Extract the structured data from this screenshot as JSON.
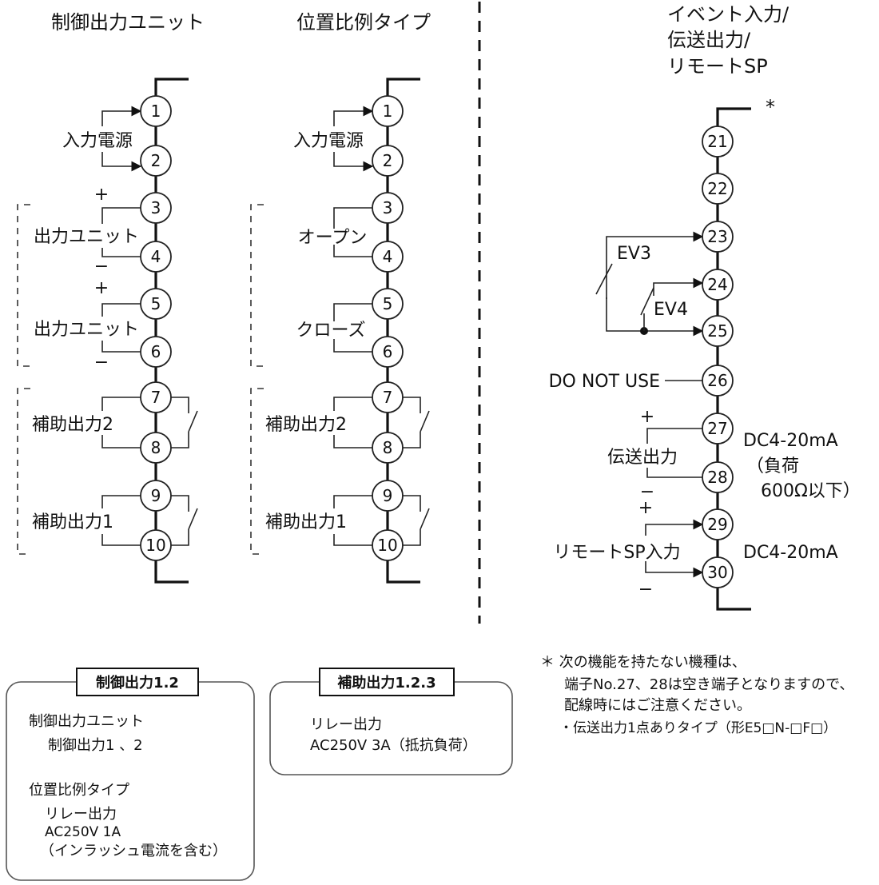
{
  "headers": {
    "control_output_unit": "制御出力ユニット",
    "position_proportional": "位置比例タイプ",
    "event_input_1": "イベント入力/",
    "event_input_2": "伝送出力/",
    "event_input_3": "リモートSP"
  },
  "terminals": {
    "t1": "1",
    "t2": "2",
    "t3": "3",
    "t4": "4",
    "t5": "5",
    "t6": "6",
    "t7": "7",
    "t8": "8",
    "t9": "9",
    "t10": "10",
    "t21": "21",
    "t22": "22",
    "t23": "23",
    "t24": "24",
    "t25": "25",
    "t26": "26",
    "t27": "27",
    "t28": "28",
    "t29": "29",
    "t30": "30"
  },
  "left_labels": {
    "input_power": "入力電源",
    "output_unit": "出力ユニット",
    "aux_output_2": "補助出力2",
    "aux_output_1": "補助出力1",
    "plus": "+",
    "minus": "−"
  },
  "middle_labels": {
    "input_power": "入力電源",
    "open": "オープン",
    "close": "クローズ",
    "aux_output_2": "補助出力2",
    "aux_output_1": "補助出力1"
  },
  "right_labels": {
    "asterisk": "*",
    "ev3": "EV3",
    "ev4": "EV4",
    "do_not_use": "DO NOT USE",
    "transmission_output": "伝送出力",
    "dc_420_a": "DC4-20mA",
    "load_1": "（負荷",
    "load_2": "600Ω以下）",
    "remote_sp_input": "リモートSP入力",
    "dc_420_b": "DC4-20mA"
  },
  "box_control_output": {
    "title": "制御出力1.2",
    "line1": "制御出力ユニット",
    "line2": "制御出力1 、2",
    "line3": "位置比例タイプ",
    "line4": "リレー出力",
    "line5": "AC250V 1A",
    "line6": "（インラッシュ電流を含む）"
  },
  "box_aux_output": {
    "title": "補助出力1.2.3",
    "line1": "リレー出力",
    "line2": "AC250V 3A（抵抗負荷）"
  },
  "note": {
    "line1": "＊ 次の機能を持たない機種は、",
    "line2": "端子No.27、28は空き端子となりますので、",
    "line3": "配線時にはご注意ください。",
    "line4": "・伝送出力1点ありタイプ（形E5□N-□F□）"
  }
}
